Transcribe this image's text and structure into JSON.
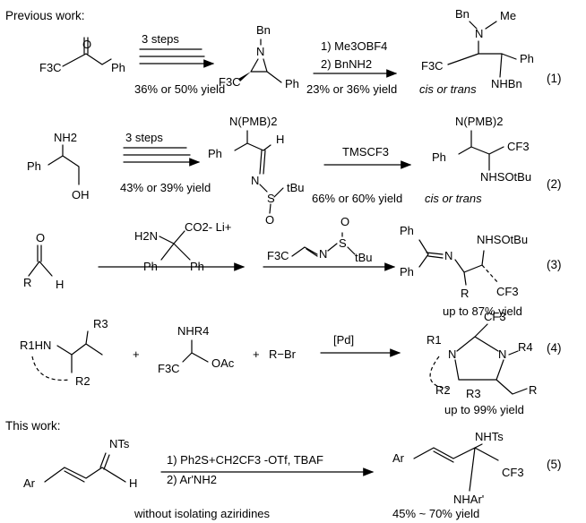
{
  "headers": {
    "previous": "Previous work:",
    "this": "This work:"
  },
  "eq_numbers": [
    "(1)",
    "(2)",
    "(3)",
    "(4)",
    "(5)"
  ],
  "r1": {
    "sm_f3c": "F3C",
    "sm_o": "O",
    "sm_ph": "Ph",
    "arrow1": "3 steps",
    "yield1": "36% or 50% yield",
    "az_bn": "Bn",
    "az_n": "N",
    "az_f3c": "F3C",
    "az_ph": "Ph",
    "arrow2_a": "1) Me3OBF4",
    "arrow2_b": "2) BnNH2",
    "yield2": "23% or 36% yield",
    "cis_trans": "cis or trans",
    "prod_nme": "Bn",
    "prod_n": "N",
    "prod_me": "Me",
    "prod_f3c": "F3C",
    "prod_ph": "Ph",
    "prod_nhbn": "NHBn"
  },
  "r2": {
    "sm_nh2": "NH2",
    "sm_ph": "Ph",
    "sm_oh": "OH",
    "arrow1": "3 steps",
    "yield1": "43% or 39% yield",
    "im_npmb": "N(PMB)2",
    "im_ph": "Ph",
    "im_h": "H",
    "im_n": "N",
    "im_s": "S",
    "im_tbu": "tBu",
    "im_o": "O",
    "arrow2": "TMSCF3",
    "yield2": "66% or 60% yield",
    "cis_trans": "cis or trans",
    "pr_npmb": "N(PMB)2",
    "pr_ph": "Ph",
    "pr_cf3": "CF3",
    "pr_nhso": "NHSOtBu"
  },
  "r3": {
    "sm_o": "O",
    "sm_r": "R",
    "sm_h": "H",
    "reag_h2n": "H2N",
    "reag_co2": "CO2- Li+",
    "reag_ph1": "Ph",
    "reag_ph2": "Ph",
    "reag2_f3c": "F3C",
    "reag2_n": "N",
    "reag2_s": "S",
    "reag2_o": "O",
    "reag2_tbu": "tBu",
    "pr_ph1": "Ph",
    "pr_ph2": "Ph",
    "pr_n": "N",
    "pr_r": "R",
    "pr_nhso": "NHSOtBu",
    "pr_cf3": "CF3",
    "yield": "up to 87% yield"
  },
  "r4": {
    "sm1_r1hn": "R1HN",
    "sm1_r3": "R3",
    "sm1_r2": "R2",
    "plus1": "+",
    "sm2_nhr4": "NHR4",
    "sm2_f3c": "F3C",
    "sm2_oac": "OAc",
    "plus2": "+",
    "sm3": "R−Br",
    "arrow": "[Pd]",
    "pr_cf3": "CF3",
    "pr_r1": "R1",
    "pr_n1": "N",
    "pr_n2": "N",
    "pr_r4": "R4",
    "pr_r2": "R2",
    "pr_r3": "R3",
    "pr_r": "R",
    "yield": "up to 99% yield"
  },
  "r5": {
    "sm_nts": "NTs",
    "sm_ar": "Ar",
    "sm_h": "H",
    "arrow_a": "1) Ph2S+CH2CF3 -OTf, TBAF",
    "arrow_b": "2) Ar'NH2",
    "note": "without isolating aziridines",
    "pr_ar": "Ar",
    "pr_nhts": "NHTs",
    "pr_cf3": "CF3",
    "pr_nhar": "NHAr'",
    "yield": "45% ~ 70% yield"
  }
}
